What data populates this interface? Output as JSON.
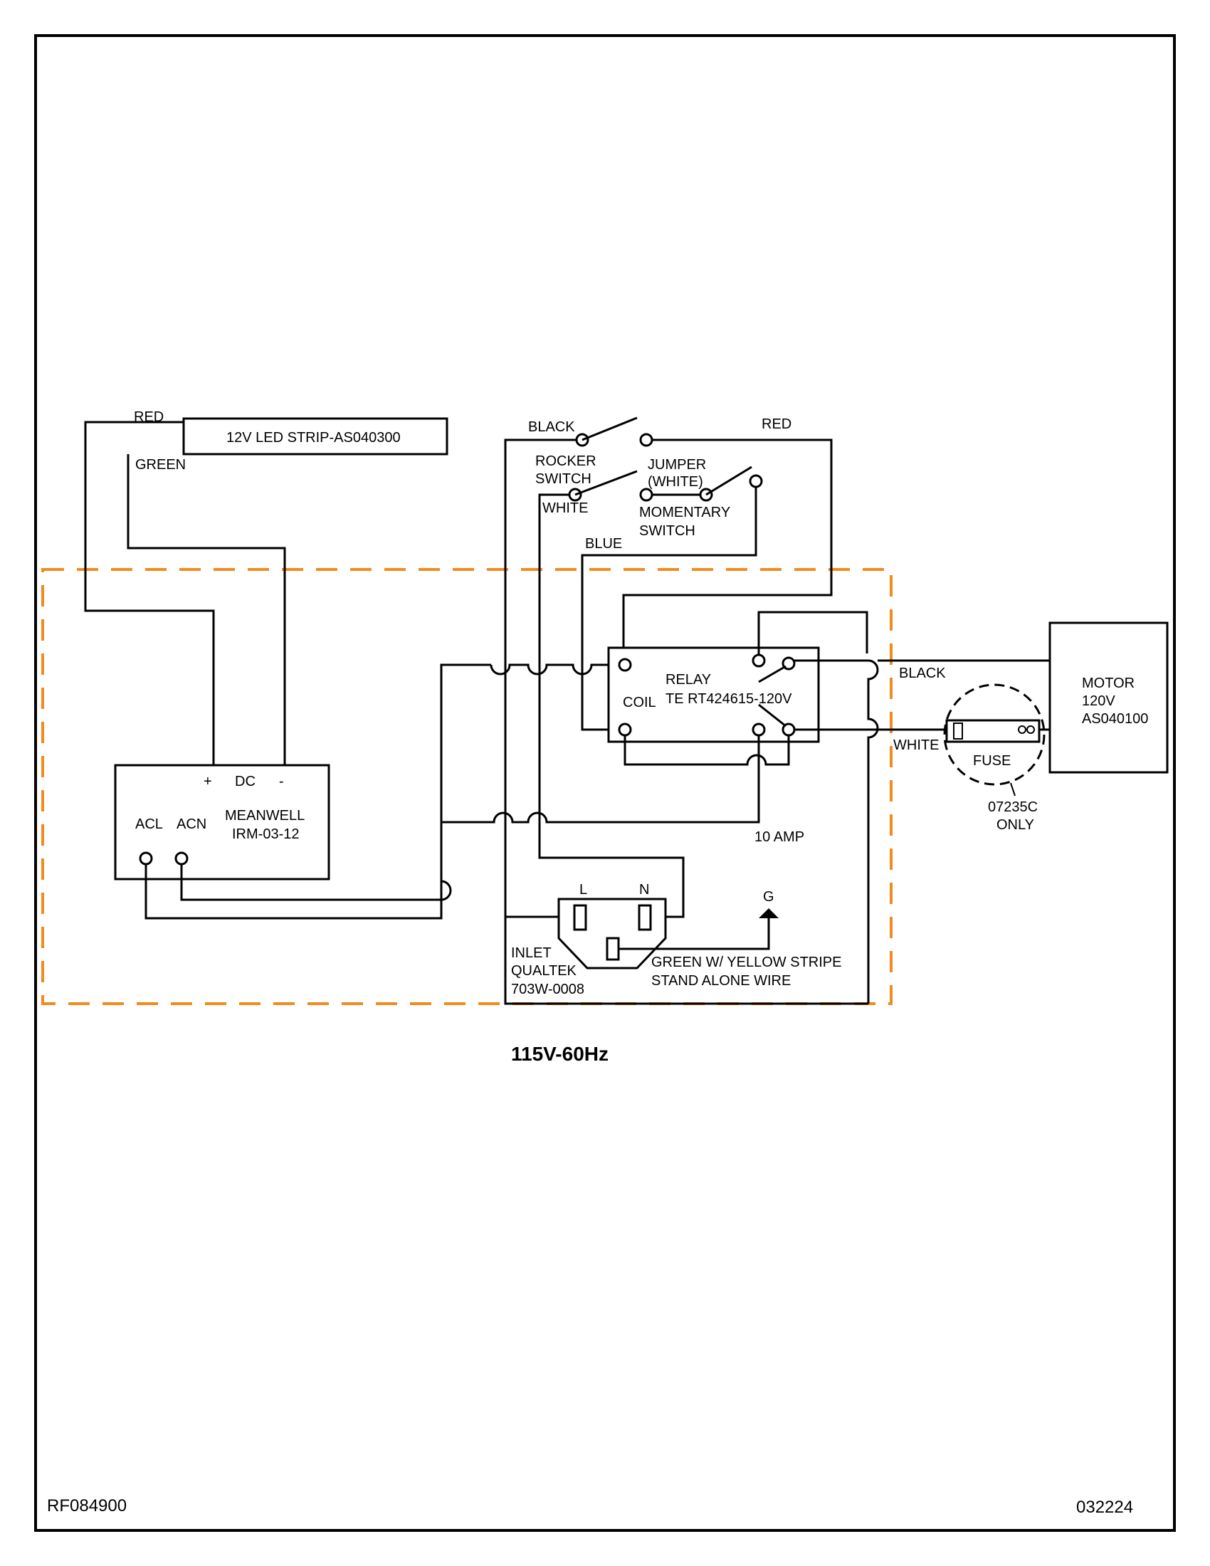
{
  "colors": {
    "line": "#000000",
    "boundary": "#f28a1d",
    "background": "#ffffff"
  },
  "led_strip": {
    "label": "12V LED STRIP-AS040300",
    "red_wire": "RED",
    "green_wire": "GREEN"
  },
  "psu": {
    "plus": "+",
    "dc": "DC",
    "minus": "-",
    "acl": "ACL",
    "acn": "ACN",
    "name": "MEANWELL",
    "model": "IRM-03-12"
  },
  "rocker": {
    "black": "BLACK",
    "name1": "ROCKER",
    "name2": "SWITCH",
    "white": "WHITE",
    "red": "RED"
  },
  "jumper": {
    "line1": "JUMPER",
    "line2": "(WHITE)"
  },
  "momentary": {
    "line1": "MOMENTARY",
    "line2": "SWITCH",
    "blue": "BLUE"
  },
  "relay": {
    "name": "RELAY",
    "model": "TE RT424615-120V",
    "coil": "COIL",
    "rating": "10 AMP"
  },
  "motor": {
    "name": "MOTOR",
    "voltage": "120V",
    "part": "AS040100",
    "black": "BLACK",
    "white": "WHITE"
  },
  "fuse": {
    "label": "FUSE",
    "note1": "07235C",
    "note2": "ONLY"
  },
  "inlet": {
    "l": "L",
    "n": "N",
    "g": "G",
    "name": "INLET",
    "brand": "QUALTEK",
    "part": "703W-0008",
    "ground1": "GREEN W/ YELLOW STRIPE",
    "ground2": "STAND ALONE WIRE"
  },
  "supply": "115V-60Hz",
  "footer": {
    "left": "RF084900",
    "right": "032224"
  }
}
